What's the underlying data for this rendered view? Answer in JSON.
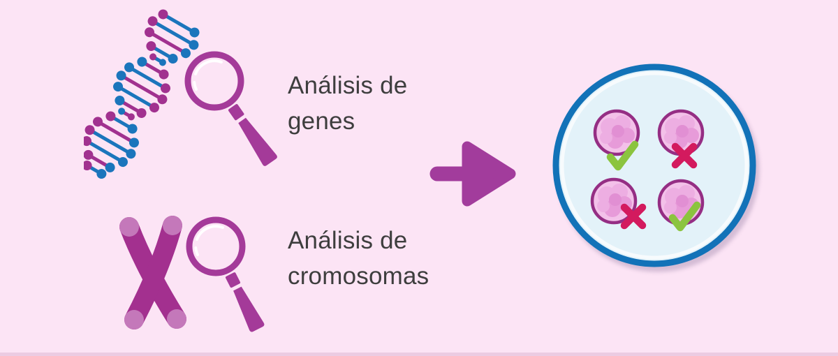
{
  "background_color": "#fce4f5",
  "rows": [
    {
      "icon": "dna-with-magnifier",
      "label": "Análisis de\ngenes"
    },
    {
      "icon": "chromosome-with-magnifier",
      "label": "Análisis de\ncromosomas"
    }
  ],
  "arrow": {
    "icon": "arrow-right",
    "color": "#a23c9c"
  },
  "dish": {
    "icon": "petri-dish",
    "border_color": "#1272b8",
    "fill_color": "#e3f2f9",
    "embryos": [
      {
        "position": "top-left",
        "mark": "check"
      },
      {
        "position": "top-right",
        "mark": "cross"
      },
      {
        "position": "bottom-left",
        "mark": "cross"
      },
      {
        "position": "bottom-right",
        "mark": "check"
      }
    ],
    "mark_colors": {
      "check": "#8bc43f",
      "cross": "#d31a5e"
    }
  },
  "palette": {
    "dna_magenta": "#a1318f",
    "dna_blue": "#1b75bc",
    "magnifier_purple": "#a43a99",
    "chromosome_body": "#a3308f",
    "chromosome_tip": "#c478ba",
    "embryo_fill": "#f3c1e9",
    "embryo_outline": "#952e84",
    "text_color": "#3e3e3e"
  }
}
